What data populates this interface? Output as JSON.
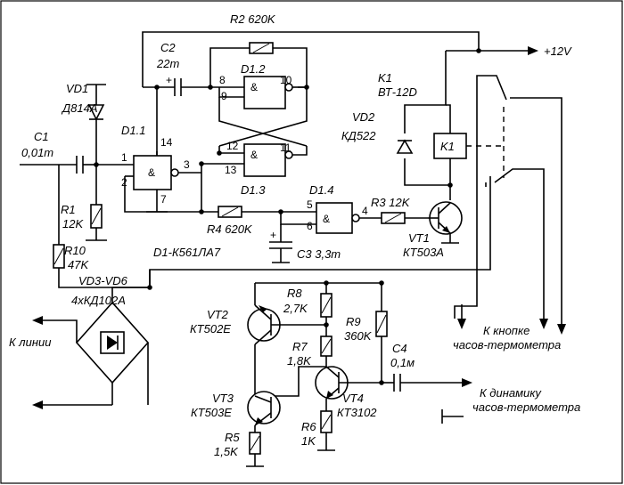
{
  "labels": {
    "R2": "R2  620K",
    "C2a": "C2",
    "C2b": "22m",
    "D12": "D1.2",
    "VD1a": "VD1",
    "VD1b": "Д814А",
    "D11": "D1.1",
    "C1a": "C1",
    "C1b": "0,01m",
    "K1a": "K1",
    "K1b": "ВТ-12D",
    "VD2a": "VD2",
    "VD2b": "КД522",
    "K1coil": "K1",
    "D13": "D1.3",
    "D14": "D1.4",
    "R3": "R3 12K",
    "R1a": "R1",
    "R1b": "12K",
    "R4": "R4 620K",
    "VT1a": "VT1",
    "VT1b": "КТ503А",
    "R10a": "R10",
    "R10b": "47K",
    "chip": "D1-К561ЛА7",
    "C3": "C3 3,3m",
    "VDbr": "VD3-VD6",
    "VDbr2": "4хКД102А",
    "R8a": "R8",
    "R8b": "2,7K",
    "VT2a": "VT2",
    "VT2b": "КТ502Е",
    "R9a": "R9",
    "R9b": "360K",
    "line": "К линии",
    "R7a": "R7",
    "R7b": "1,8K",
    "C4a": "C4",
    "C4b": "0,1м",
    "btn1": "К кнопке",
    "btn2": "часов-термометра",
    "spk1": "К динамику",
    "spk2": "часов-термометра",
    "VT3a": "VT3",
    "VT3b": "КТ503Е",
    "VT4a": "VT4",
    "VT4b": "КТ3102",
    "R5a": "R5",
    "R5b": "1,5K",
    "R6a": "R6",
    "R6b": "1K",
    "supply": "+12V"
  },
  "pins": {
    "p8": "8",
    "p9": "9",
    "p10": "10",
    "p14": "14",
    "p1": "1",
    "p2": "2",
    "p3": "3",
    "p7": "7",
    "p12": "12",
    "p13": "13",
    "p11": "11",
    "p5": "5",
    "p6": "6",
    "p4": "4"
  },
  "gate_symbol": "&",
  "c_plus": "+"
}
